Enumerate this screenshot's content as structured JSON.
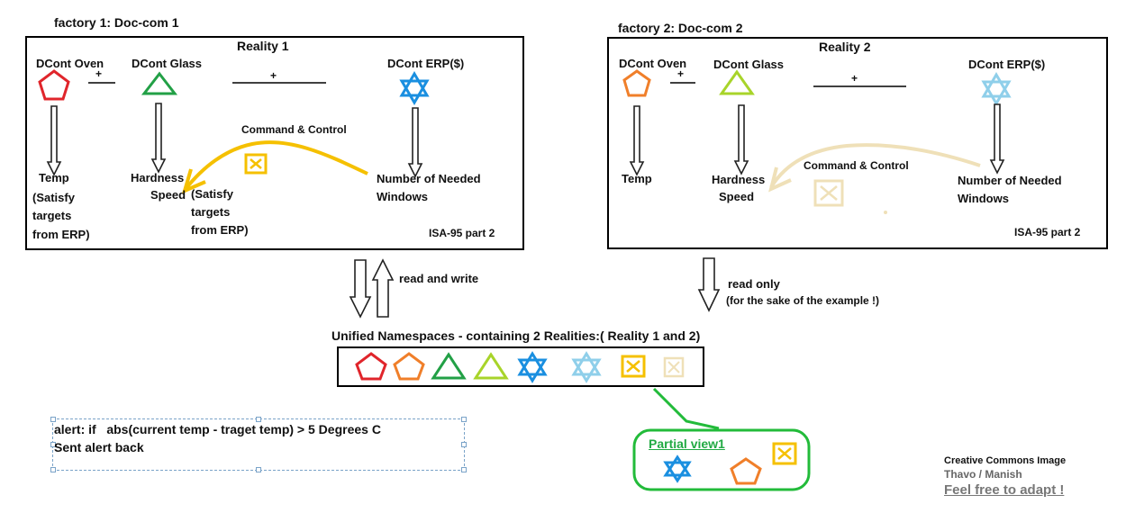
{
  "factory1": {
    "title": "factory 1: Doc-com 1",
    "reality": "Reality 1",
    "oven": "DCont Oven",
    "glass": "DCont Glass",
    "erp": "DCont ERP($)",
    "plus": "+",
    "temp": "Temp",
    "satisfy1_l1": "(Satisfy",
    "satisfy1_l2": "targets",
    "satisfy1_l3": "from ERP)",
    "hardness": "Hardness",
    "speed": "Speed",
    "satisfy2_l1": "(Satisfy",
    "satisfy2_l2": "targets",
    "satisfy2_l3": "from ERP)",
    "command": "Command & Control",
    "needed_l1": "Number of Needed",
    "needed_l2": "Windows",
    "isa": "ISA-95 part 2"
  },
  "factory2": {
    "title": "factory 2: Doc-com 2",
    "reality": "Reality 2",
    "oven": "DCont Oven",
    "glass": "DCont Glass",
    "erp": "DCont ERP($)",
    "plus": "+",
    "temp": "Temp",
    "hardness": "Hardness",
    "speed": "Speed",
    "command": "Command & Control",
    "needed_l1": "Number of Needed",
    "needed_l2": "Windows",
    "isa": "ISA-95 part 2"
  },
  "flows": {
    "read_write": "read and write",
    "read_only": "read only",
    "read_only_note": "(for the sake of the example !)"
  },
  "namespace": {
    "title": "Unified Namespaces - containing 2 Realities:( Reality 1 and 2)"
  },
  "partial_view": {
    "label": "Partial view1"
  },
  "alert": {
    "line1": "alert: if   abs(current temp - traget temp) > 5 Degrees C",
    "line2": "Sent alert back"
  },
  "credits": {
    "line1": "Creative Commons Image",
    "line2": "Thavo / Manish",
    "line3": "Feel free to adapt !"
  },
  "colors": {
    "red": "#e0252b",
    "orange": "#f07f2a",
    "green": "#22a046",
    "lime": "#a8d42a",
    "blue": "#1a8fe0",
    "lightblue": "#8fcfea",
    "yellow": "#f5c000",
    "beige": "#efe0b8",
    "partial_green": "#22bb3a"
  },
  "icons": [
    "pentagon-icon",
    "triangle-icon",
    "star-of-david-icon",
    "crossed-box-icon",
    "down-arrow-icon"
  ]
}
